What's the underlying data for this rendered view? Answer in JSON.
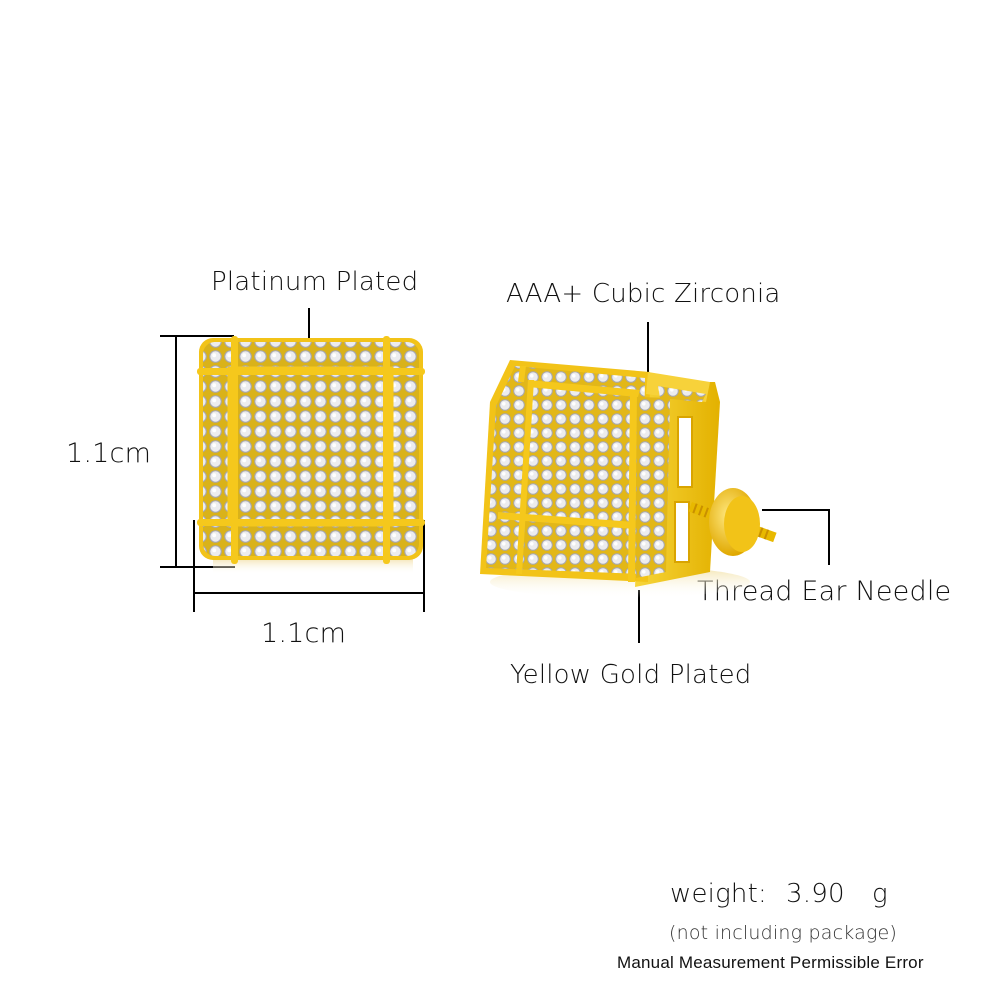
{
  "labels": {
    "top_left": "Platinum Plated",
    "top_right": "AAA+ Cubic Zirconia",
    "height_dim": "1.1cm",
    "width_dim": "1.1cm",
    "right_side": "Thread Ear Needle",
    "bottom_right": "Yellow Gold Plated"
  },
  "specs": {
    "weight_label": "weight:",
    "weight_value": "3.90",
    "weight_unit": "g",
    "note": "(not including package)",
    "disclaimer": "Manual Measurement Permissible Error"
  },
  "product": {
    "front_view": "square-stud-earring-front",
    "angled_view": "square-stud-earring-angled-with-screw-back"
  },
  "colors": {
    "background": "#ffffff",
    "gold": "#f2c318",
    "gold_dark": "#d9a400",
    "stone": "#e4e4e6",
    "stone_shadow": "#9b9ba3",
    "text": "#111111"
  }
}
